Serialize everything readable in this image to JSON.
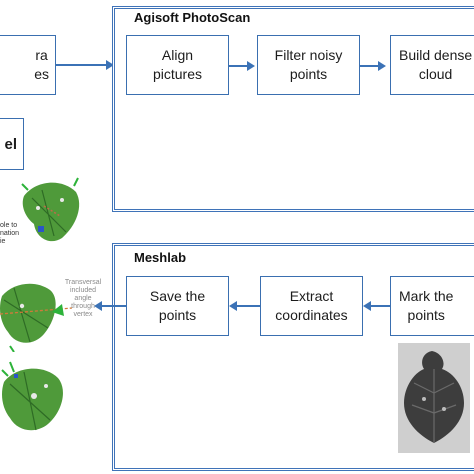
{
  "colors": {
    "border": "#3f73b8",
    "arrow": "#3b72b6",
    "leaf_green": "#4f9a3a",
    "leaf_dark": "#2e6b25"
  },
  "left": {
    "camera_box": "ra\nes",
    "model_label": "el",
    "annot_1": "ole to\nnation\nie",
    "annot_2": "Transversal\nincluded\nangle\nthrough\nvertex"
  },
  "photoscan": {
    "title": "Agisoft PhotoScan",
    "steps": [
      "Align\npictures",
      "Filter noisy\npoints",
      "Build dense\ncloud"
    ]
  },
  "meshlab": {
    "title": "Meshlab",
    "steps": [
      "Save the\npoints",
      "Extract\ncoordinates",
      "Mark the\npoints"
    ]
  }
}
